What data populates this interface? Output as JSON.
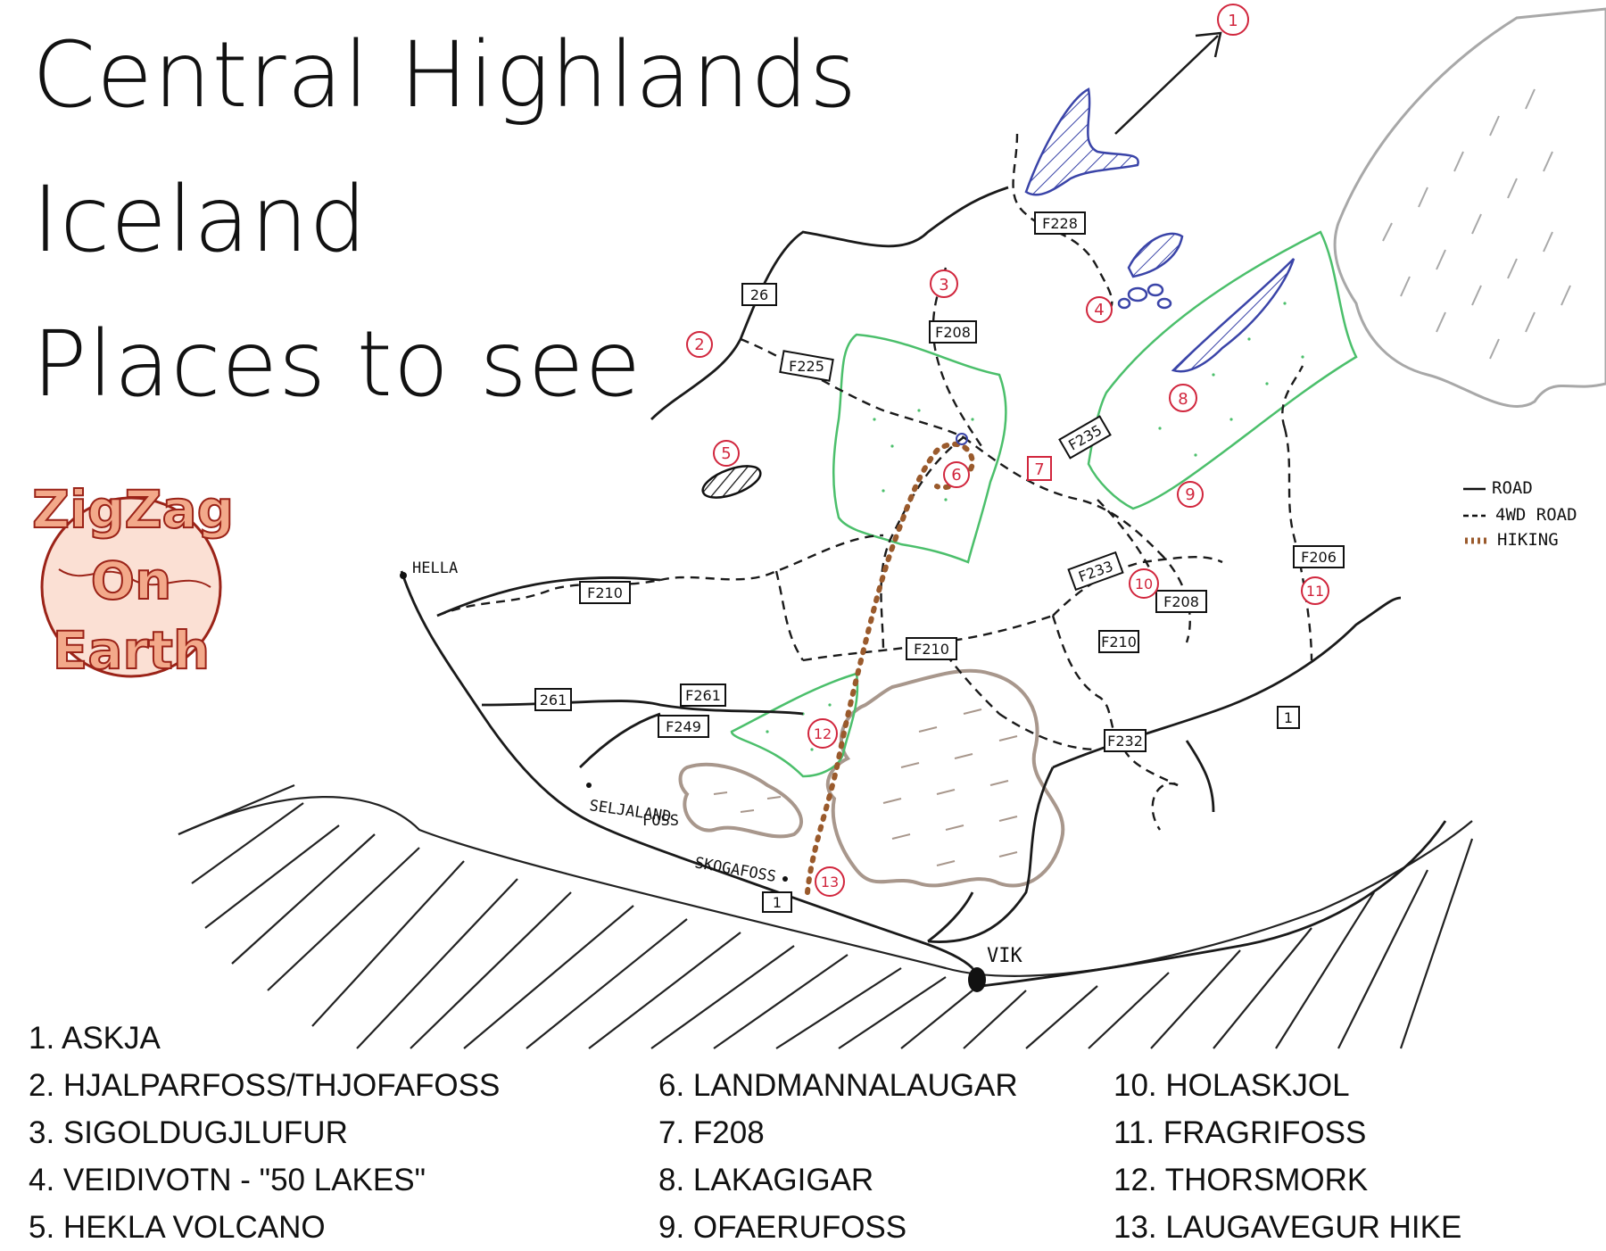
{
  "title": {
    "line1": "Central Highlands",
    "line2": "Iceland",
    "line3": "Places to see"
  },
  "logo": {
    "line1": "ZigZag",
    "line2": "On",
    "line3": "Earth"
  },
  "key": {
    "road": "ROAD",
    "fourwd": "4WD ROAD",
    "hiking": "HIKING"
  },
  "towns": {
    "hella": "HELLA",
    "seljaland": "SELJALAND",
    "seljaland2": "FOSS",
    "skogafoss": "SKOGAFOSS",
    "vik": "VIK"
  },
  "roads": {
    "r26": "26",
    "f225": "F225",
    "f208a": "F208",
    "f228": "F228",
    "f235": "F235",
    "f210a": "F210",
    "f210b": "F210",
    "f233": "F233",
    "f208b": "F208",
    "f210c": "F210",
    "f206": "F206",
    "f261": "F261",
    "r261": "261",
    "f249": "F249",
    "f232": "F232",
    "r1a": "1",
    "r1b": "1"
  },
  "markers": [
    "1",
    "2",
    "3",
    "4",
    "5",
    "6",
    "7",
    "8",
    "9",
    "10",
    "11",
    "12",
    "13"
  ],
  "places": [
    "1. ASKJA",
    "2. HJALPARFOSS/THJOFAFOSS",
    "3. SIGOLDUGJLUFUR",
    "4. VEIDIVOTN - \"50 LAKES\"",
    "5. HEKLA VOLCANO",
    "6. LANDMANNALAUGAR",
    "7. F208",
    "8. LAKAGIGAR",
    "9. OFAERUFOSS",
    "10. HOLASKJOL",
    "11. FRAGRIFOSS",
    "12. THORSMORK",
    "13. LAUGAVEGUR HIKE"
  ],
  "colors": {
    "road": "#1a1a1a",
    "marker": "#d1263d",
    "green_area": "#4bbf6b",
    "lake": "#3a44a8",
    "glacier": "#a8978c",
    "hiking": "#9a5a2c",
    "logo_fill": "#f3a98a",
    "logo_stroke": "#9b2318"
  }
}
